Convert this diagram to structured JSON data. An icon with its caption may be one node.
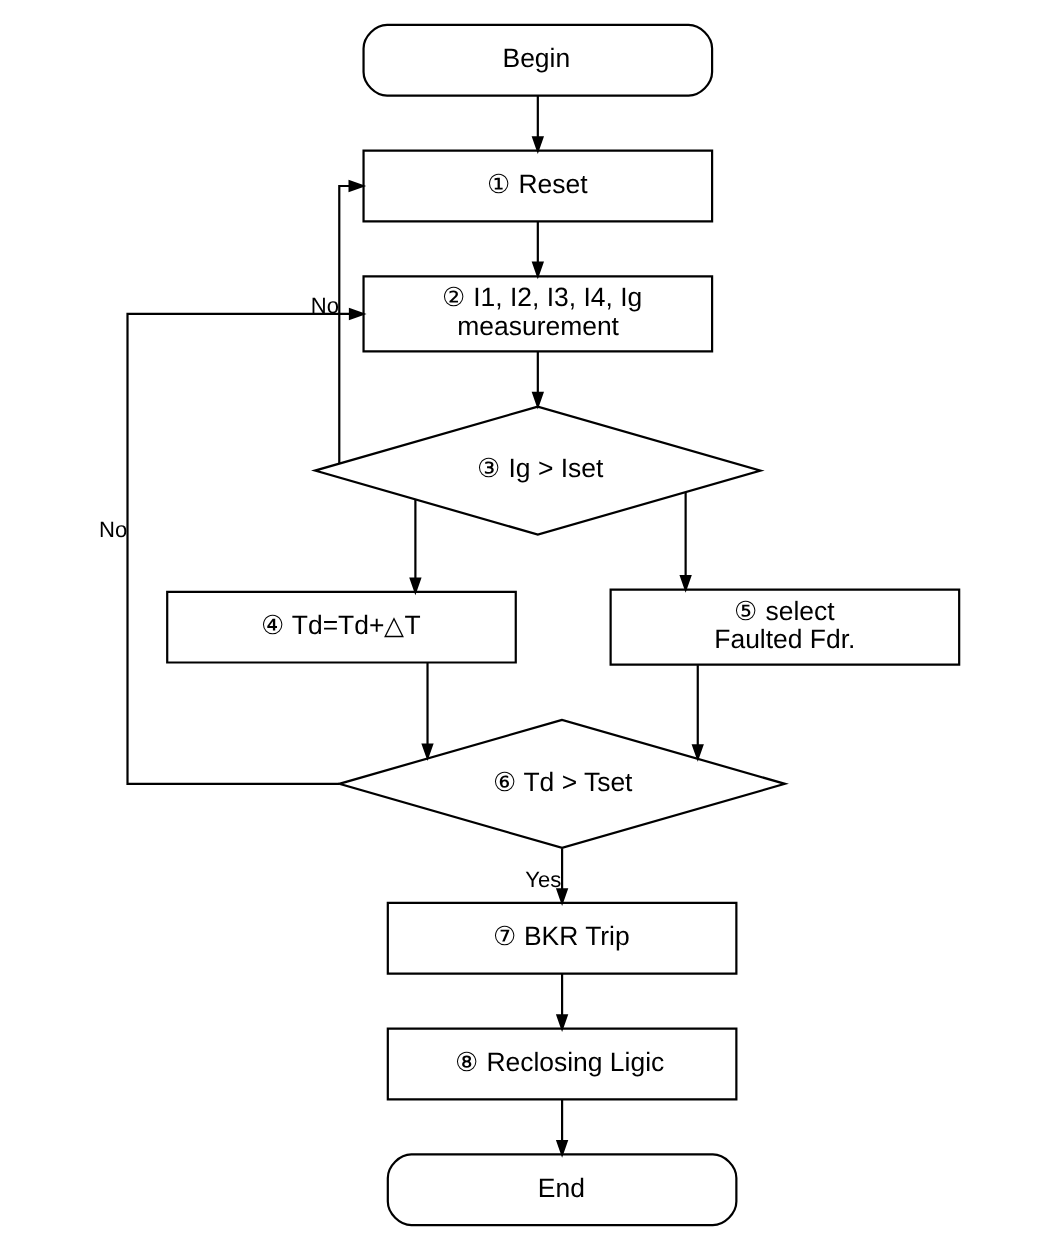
{
  "diagram": {
    "nodes": [
      {
        "text": [
          "Begin"
        ]
      },
      {
        "text": [
          "① Reset"
        ]
      },
      {
        "text": [
          "② I1, I2, I3, I4, Ig measurement"
        ]
      },
      {
        "text": [
          "③ Ig > Iset"
        ]
      },
      {
        "text": [
          "④ Td=Td+△T"
        ]
      },
      {
        "text": [
          "⑤ select Faulted Fdr."
        ]
      },
      {
        "text": [
          "⑥ Td > Tset"
        ]
      },
      {
        "text": [
          "⑦ BKR Trip"
        ]
      },
      {
        "text": [
          "⑧ Reclosing Ligic"
        ]
      },
      {
        "text": [
          "End"
        ]
      }
    ],
    "edges": [
      {
        "from": 0,
        "to": 1,
        "arrow": "to"
      },
      {
        "from": 1,
        "to": 2,
        "arrow": "to"
      },
      {
        "from": 2,
        "to": 3,
        "arrow": "to"
      },
      {
        "from": 3,
        "to": 1,
        "arrow": "to",
        "label": "No"
      },
      {
        "from": 3,
        "to": 4,
        "arrow": "to"
      },
      {
        "from": 3,
        "to": 5,
        "arrow": "to"
      },
      {
        "from": 4,
        "to": 6,
        "arrow": "to"
      },
      {
        "from": 5,
        "to": 6,
        "arrow": "to"
      },
      {
        "from": 6,
        "to": 2,
        "arrow": "to",
        "label": "No"
      },
      {
        "from": 6,
        "to": 7,
        "arrow": "to",
        "label": "Yes"
      },
      {
        "from": 7,
        "to": 8,
        "arrow": "to"
      },
      {
        "from": 8,
        "to": 9,
        "arrow": "to"
      }
    ]
  }
}
